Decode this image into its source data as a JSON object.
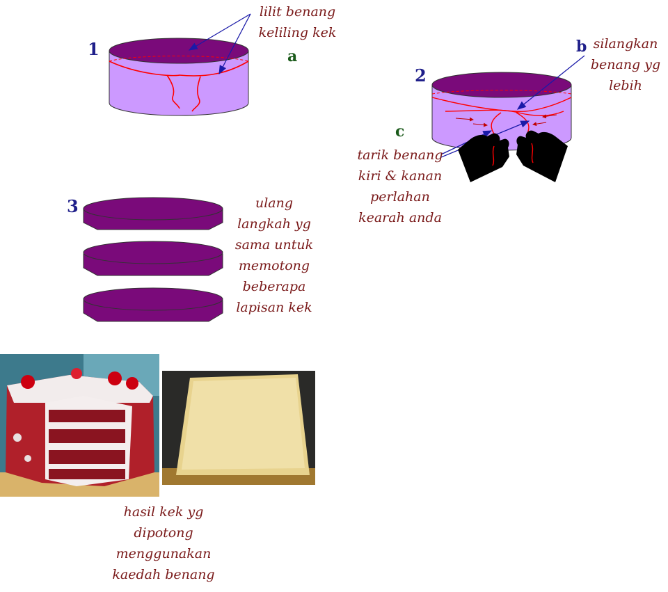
{
  "steps": {
    "step1": {
      "number": "1",
      "letter": "a",
      "label_lines": [
        "lilit benang",
        "keliling kek"
      ]
    },
    "step2": {
      "number": "2",
      "letter_b": "b",
      "label_b_lines": [
        "silangkan",
        "benang yg",
        "lebih"
      ],
      "letter_c": "c",
      "label_c_lines": [
        "tarik benang",
        "kiri & kanan",
        "perlahan",
        "kearah anda"
      ]
    },
    "step3": {
      "number": "3",
      "label_lines": [
        "ulang",
        "langkah yg",
        "sama untuk",
        "memotong",
        "beberapa",
        "lapisan kek"
      ]
    },
    "result": {
      "label_lines": [
        "hasil kek yg",
        "dipotong",
        "menggunakan",
        "kaedah benang"
      ]
    }
  },
  "colors": {
    "cake_side": "#cc99ff",
    "cake_top": "#7a0a7a",
    "thread": "#ff0000",
    "arrow": "#1a1aa8",
    "text": "#7a1a1a",
    "number": "#1f1f8a",
    "letter_a_c": "#1a5a1a",
    "hand": "#000000"
  }
}
